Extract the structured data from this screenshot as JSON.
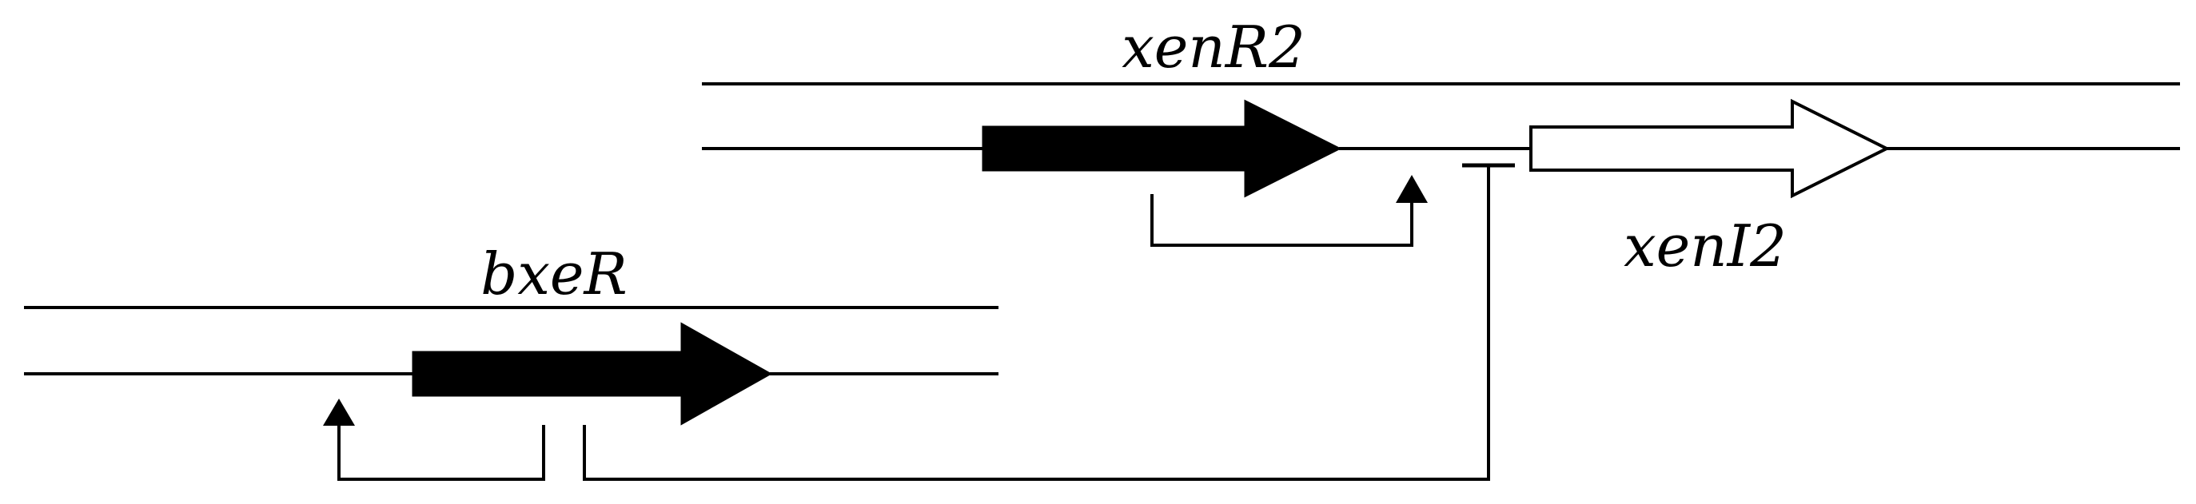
{
  "genes": {
    "bxeR": {
      "label": "bxeR",
      "style": "filled-arrow",
      "color": "#000000"
    },
    "xenR2": {
      "label": "xenR2",
      "style": "filled-arrow",
      "color": "#000000"
    },
    "xenI2": {
      "label": "xenI2",
      "style": "open-arrow",
      "color": "#ffffff"
    }
  },
  "relations": [
    {
      "from": "bxeR",
      "to": "bxeR",
      "type": "activation"
    },
    {
      "from": "xenR2",
      "to": "xenI2",
      "type": "activation"
    },
    {
      "from": "bxeR",
      "to": "xenI2",
      "type": "repression"
    }
  ]
}
